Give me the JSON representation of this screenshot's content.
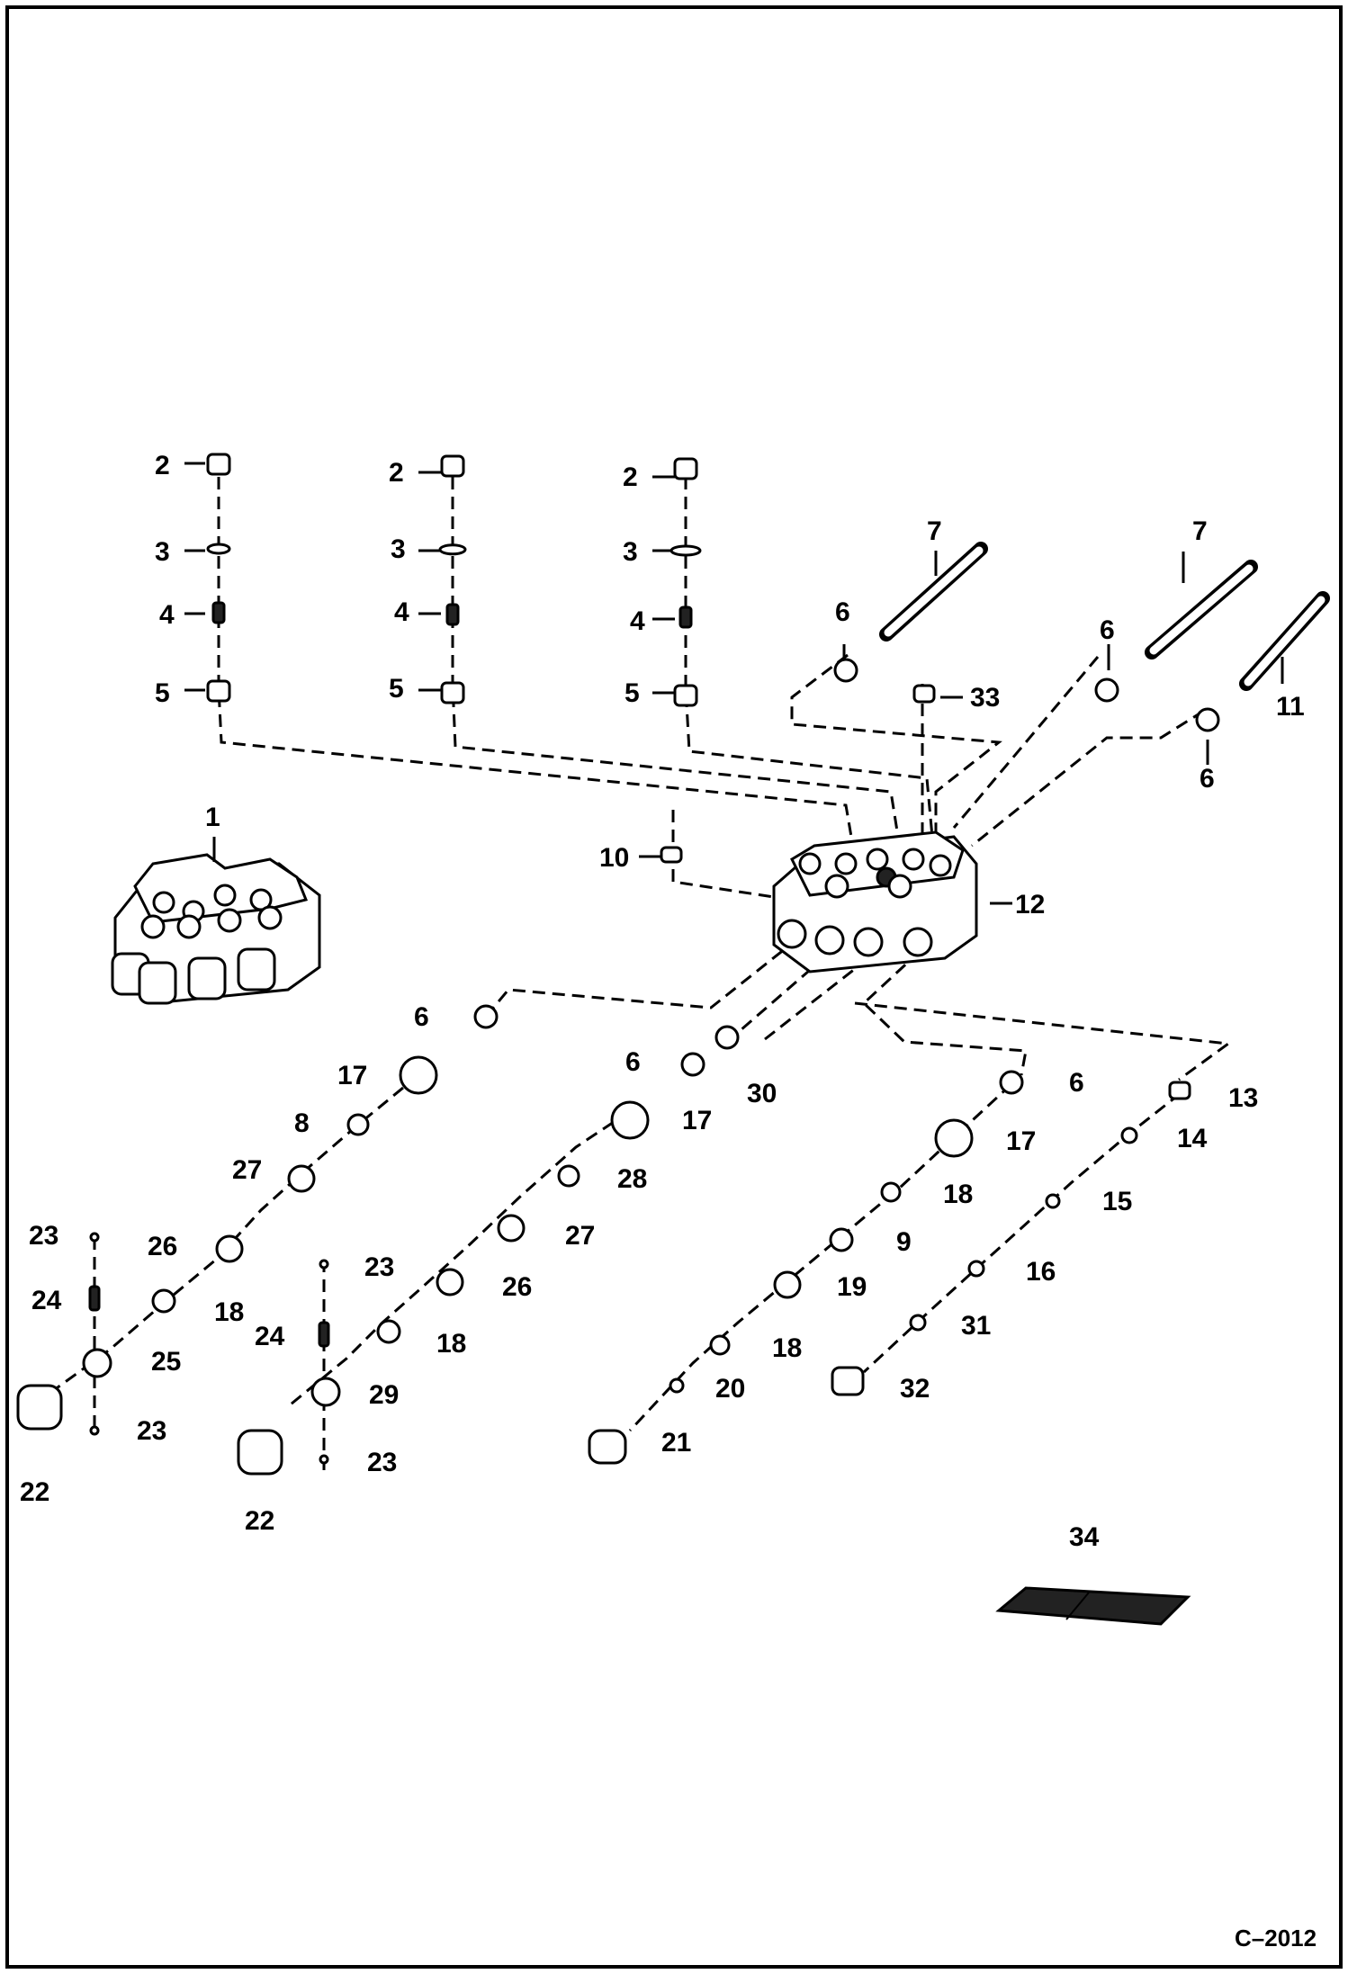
{
  "drawing": {
    "reference": "C–2012",
    "callouts": {
      "c1": "1",
      "c2": "2",
      "c3": "3",
      "c4": "4",
      "c5": "5",
      "c6": "6",
      "c7": "7",
      "c8": "8",
      "c9": "9",
      "c10": "10",
      "c11": "11",
      "c12": "12",
      "c13": "13",
      "c14": "14",
      "c15": "15",
      "c16": "16",
      "c17": "17",
      "c18": "18",
      "c19": "19",
      "c20": "20",
      "c21": "21",
      "c22": "22",
      "c23": "23",
      "c24": "24",
      "c25": "25",
      "c26": "26",
      "c27": "27",
      "c28": "28",
      "c29": "29",
      "c30": "30",
      "c31": "31",
      "c32": "32",
      "c33": "33",
      "c34": "34"
    }
  }
}
